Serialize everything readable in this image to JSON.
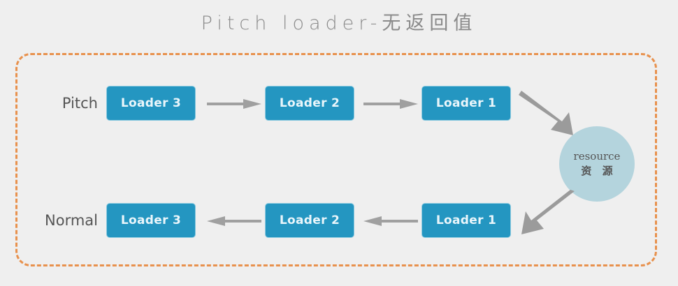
{
  "title": "Pitch loader-无返回值",
  "colors": {
    "background": "#efefef",
    "frame_border": "#e8914d",
    "loader_box": "#2496c1",
    "loader_text": "#eaf6fb",
    "arrow": "#a0a0a0",
    "resource_circle": "#b4d4dd",
    "title_text": "#8a8a8a",
    "row_label_text": "#555555"
  },
  "frame": {
    "style": "dashed",
    "name": "pitch-loader-flow-container"
  },
  "rows": [
    {
      "label": "Pitch",
      "direction": "left-to-right",
      "boxes": [
        "Loader 3",
        "Loader 2",
        "Loader 1"
      ],
      "arrows": [
        "arrow-right",
        "arrow-right"
      ]
    },
    {
      "label": "Normal",
      "direction": "right-to-left",
      "boxes": [
        "Loader 3",
        "Loader 2",
        "Loader 1"
      ],
      "arrows": [
        "arrow-left",
        "arrow-left"
      ]
    }
  ],
  "resource": {
    "english": "resource",
    "chinese": "资 源"
  },
  "diagonal_arrows": [
    {
      "name": "arrow-to-resource",
      "direction": "down-right"
    },
    {
      "name": "arrow-from-resource",
      "direction": "down-left"
    }
  ]
}
